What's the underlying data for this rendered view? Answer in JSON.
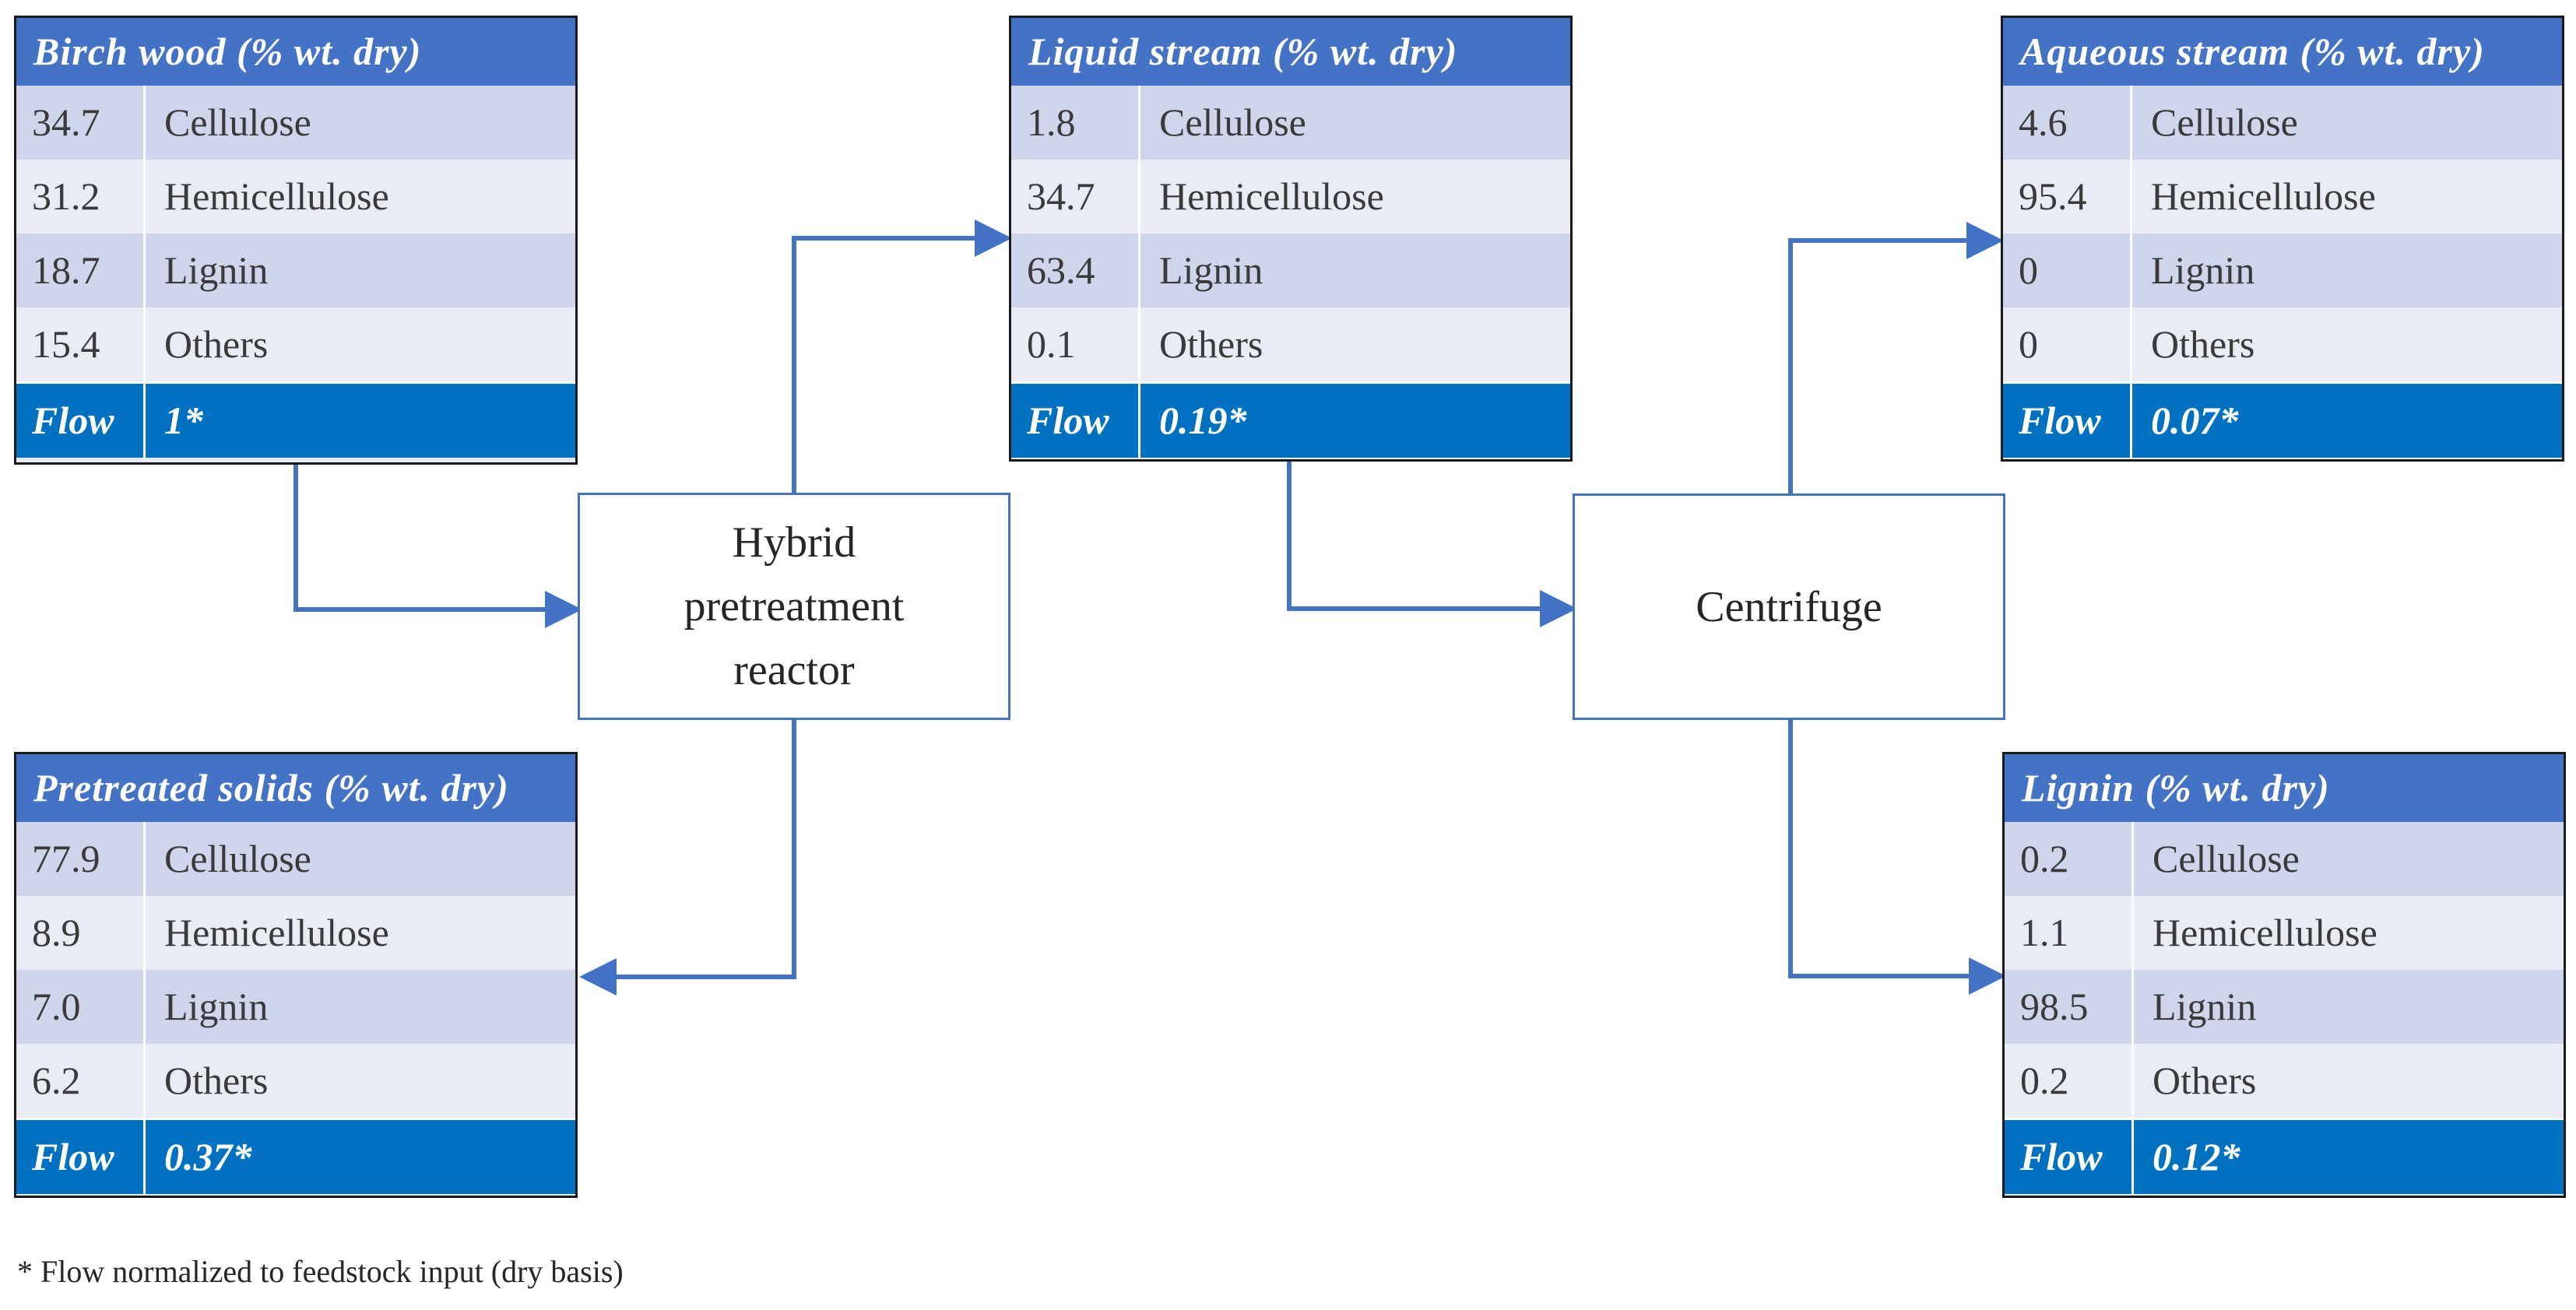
{
  "colors": {
    "header_blue": "#4472c4",
    "flow_blue": "#0070c0",
    "row_alt": "#cfd5ea",
    "row_plain": "#e9ecf5",
    "arrow": "#4472c4"
  },
  "tables": {
    "birch_wood": {
      "title": "Birch wood (% wt. dry)",
      "rows": [
        {
          "value": "34.7",
          "component": "Cellulose"
        },
        {
          "value": "31.2",
          "component": "Hemicellulose"
        },
        {
          "value": "18.7",
          "component": "Lignin"
        },
        {
          "value": "15.4",
          "component": "Others"
        }
      ],
      "flow_label": "Flow",
      "flow_value": "1*"
    },
    "liquid_stream": {
      "title": "Liquid stream (% wt. dry)",
      "rows": [
        {
          "value": "1.8",
          "component": "Cellulose"
        },
        {
          "value": "34.7",
          "component": "Hemicellulose"
        },
        {
          "value": "63.4",
          "component": "Lignin"
        },
        {
          "value": "0.1",
          "component": "Others"
        }
      ],
      "flow_label": "Flow",
      "flow_value": "0.19*"
    },
    "aqueous_stream": {
      "title": "Aqueous stream (% wt. dry)",
      "rows": [
        {
          "value": "4.6",
          "component": "Cellulose"
        },
        {
          "value": "95.4",
          "component": "Hemicellulose"
        },
        {
          "value": "0",
          "component": "Lignin"
        },
        {
          "value": "0",
          "component": "Others"
        }
      ],
      "flow_label": "Flow",
      "flow_value": "0.07*"
    },
    "pretreated_solids": {
      "title": "Pretreated solids (% wt. dry)",
      "rows": [
        {
          "value": "77.9",
          "component": "Cellulose"
        },
        {
          "value": "8.9",
          "component": "Hemicellulose"
        },
        {
          "value": "7.0",
          "component": "Lignin"
        },
        {
          "value": "6.2",
          "component": "Others"
        }
      ],
      "flow_label": "Flow",
      "flow_value": "0.37*"
    },
    "lignin": {
      "title": "Lignin (% wt. dry)",
      "rows": [
        {
          "value": "0.2",
          "component": "Cellulose"
        },
        {
          "value": "1.1",
          "component": "Hemicellulose"
        },
        {
          "value": "98.5",
          "component": "Lignin"
        },
        {
          "value": "0.2",
          "component": "Others"
        }
      ],
      "flow_label": "Flow",
      "flow_value": "0.12*"
    }
  },
  "units": {
    "reactor": "Hybrid\npretreatment\nreactor",
    "centrifuge": "Centrifuge"
  },
  "footnote": "* Flow normalized to feedstock input (dry basis)"
}
